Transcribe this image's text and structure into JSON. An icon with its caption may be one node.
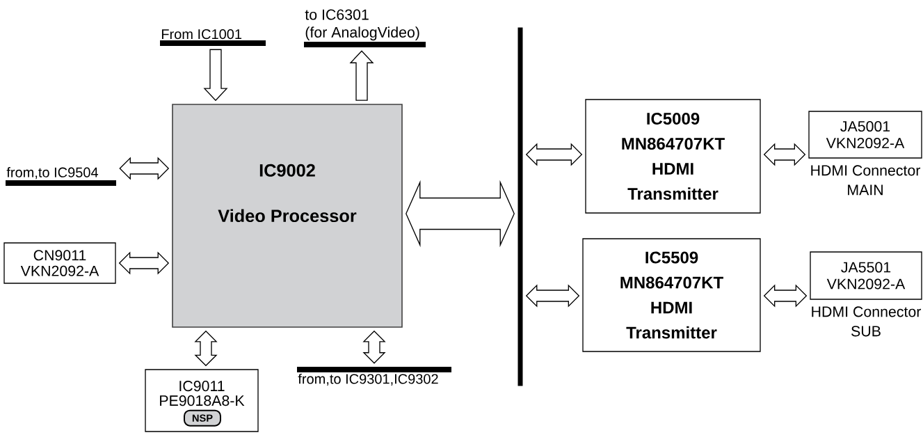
{
  "diagram": {
    "nodes": [
      {
        "text": [
          "From IC1001"
        ]
      },
      {
        "text": [
          "to IC6301 (for AnalogVideo)"
        ]
      },
      {
        "text": [
          "from,to IC9504"
        ]
      },
      {
        "text": [
          "CN9011",
          "VKN2092-A"
        ]
      },
      {
        "text": [
          "IC9002",
          "Video Processor"
        ]
      },
      {
        "text": [
          "IC9011",
          "PE9018A8-K"
        ]
      },
      {
        "text": [
          "NSP"
        ],
        "in": 5
      },
      {
        "text": [
          "from,to IC9301,IC9302"
        ]
      },
      {
        "text": [],
        "shape": "bar"
      },
      {
        "text": [
          "IC5009",
          "MN864707KT",
          "HDMI Transmitter"
        ]
      },
      {
        "text": [
          "JA5001",
          "VKN2092-A"
        ],
        "beside": [
          "HDMI Connector MAIN"
        ]
      },
      {
        "text": [
          "IC5509",
          "MN864707KT",
          "HDMI Transmitter"
        ]
      },
      {
        "text": [
          "JA5501",
          "VKN2092-A"
        ],
        "beside": [
          "HDMI Connector SUB"
        ]
      }
    ],
    "edges": [
      {
        "from": 0,
        "to": 4,
        "arrow": "to"
      },
      {
        "from": 4,
        "to": 1,
        "arrow": "to"
      },
      {
        "from": 2,
        "to": 4,
        "arrow": "both"
      },
      {
        "from": 3,
        "to": 4,
        "arrow": "both"
      },
      {
        "from": 4,
        "to": 5,
        "arrow": "both"
      },
      {
        "from": 4,
        "to": 7,
        "arrow": "both"
      },
      {
        "from": 4,
        "to": 8,
        "arrow": "both"
      },
      {
        "from": 8,
        "to": 9,
        "arrow": "both"
      },
      {
        "from": 9,
        "to": 10,
        "arrow": "both"
      },
      {
        "from": 8,
        "to": 11,
        "arrow": "both"
      },
      {
        "from": 11,
        "to": 12,
        "arrow": "both"
      }
    ]
  }
}
